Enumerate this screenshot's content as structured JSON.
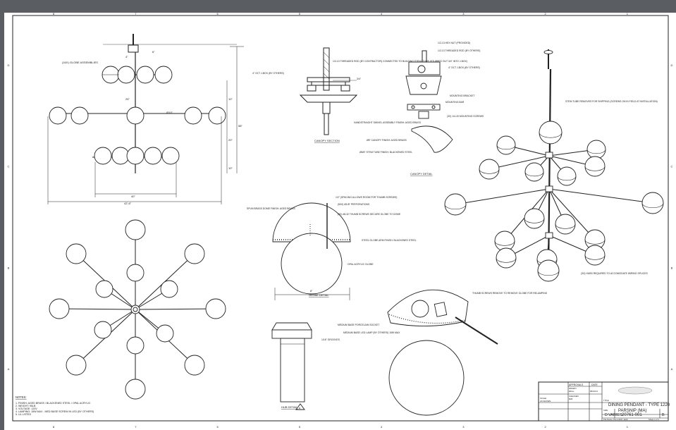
{
  "zones_top": [
    "8",
    "7",
    "6",
    "5",
    "4",
    "3",
    "2",
    "1"
  ],
  "zones_side": [
    "D",
    "C",
    "B",
    "A"
  ],
  "elevation": {
    "callout_globes": "(16X) GLOBE ASSEMBLIES",
    "dim_width": "40\"",
    "dim_overall": "42'-6\"",
    "dim_small_1": "6\"",
    "dim_small_2": "4\"",
    "dim_rad": "25\"",
    "dim_globe": "Ø10\"",
    "dim_height": "58\"",
    "dim_right_1": "10\"",
    "dim_right_2": "20\"",
    "dim_right_3": "10\""
  },
  "canopy_section": {
    "title": "CANOPY SECTION",
    "note_rod": "1/2-13 THREADED ROD (BY CONTRACTOR) CONNECTED TO BUILDING STRUCTURE (STUBBED OUT 3/4\" INTO J-BOX)",
    "note_jbox": "4\" OCT J-BOX (BY OTHERS)",
    "dim": "3/4\""
  },
  "canopy_detail": {
    "title": "CANOPY DETAIL",
    "notes": [
      "1/2-13 HEX NUT (PROVIDED)",
      "1/2-13 THREADED ROD (BY OTHERS)",
      "4\" OCT J-BOX (BY OTHERS)",
      "MOUNTING BRACKET",
      "MOUNTING BAR",
      "(3X) 1/4-20 MOUNTING SCREWS",
      "HANDSTRAIGHT SWIVEL ASSEMBLY FINISH: AGED BRASS",
      "Ø5\" CANOPY FINISH: AGED BRASS",
      "Ø5/8\" STEM TUBE FINISH: BLACKENED STEEL"
    ]
  },
  "iso": {
    "note_stem": "STEM TUBE REMOVES FOR SHIPPING (SCREWS ON IN FIELD AT INSTALLATION)",
    "note_hubs": "(3X) HUBS REQUIRED TO ACCOMODATE WIRING SPLICES"
  },
  "globe_detail": {
    "title": "GLOBE DETAIL",
    "note_spacing": "1/2\" (SPACING ALLOWS ROOM FOR THUMB SCREWS)",
    "note_dome": "SPUN BRASS DOME FINISH: AGED BRASS",
    "note_perf": "(50X) Ø1/8\" PERFORATIONS",
    "note_thumb": "(3X) #8-32 THUMB SCREWS SECURE GLOBE TO DOME",
    "note_arm": "STEEL GLOBE ARM FINISH: BLACKENED STEEL",
    "note_opal": "OPAL ACRYLIC GLOBE",
    "dim": "8\""
  },
  "socket_detail": {
    "note_thumb": "THUMB SCREWS REMOVE TO REMOVE GLOBE FOR RELAMPING",
    "note_socket": "MEDIUM BASE PORCELAIN SOCKET",
    "note_lamp": "MEDIUM BASE LED LAMP (BY OTHERS) 15W MAX"
  },
  "hub_detail": {
    "title": "HUB DETAIL",
    "note": "1/16\" GROOVES",
    "mark": "A"
  },
  "notes": {
    "heading": "NOTES:",
    "items": [
      "1. FINISH: AGED BRASS / BLACKENED STEEL / OPAL ACRYLIC",
      "2. WEIGHT: 95LB",
      "3. VOLTAGE: 120V",
      "4. LAMPING: 15W MAX - MED BASE SCREW IN LED (BY OTHERS)",
      "5. UL LISTED"
    ]
  },
  "title_block": {
    "approvals": "APPROVALS",
    "date": "DATE",
    "drawn": "DRAWN",
    "drawn_by": "Ethan",
    "drawn_date": "08/22/14",
    "checked": "CHECKED",
    "checked_by": "BLB",
    "scale_label": "SCALE",
    "scale_value": "AS SHOWN",
    "title_label": "TITLE",
    "title_1": "DINING PENDANT - TYPE 1220",
    "title_2": "PARSNIP (MA)",
    "size_label": "SIZE",
    "size": "D",
    "varies": "VARIES",
    "dwg_no": "20761-001",
    "rev": "B",
    "file": "File Name: PA-1-0437 1220",
    "sheet": "Sheet 1 of 1"
  }
}
